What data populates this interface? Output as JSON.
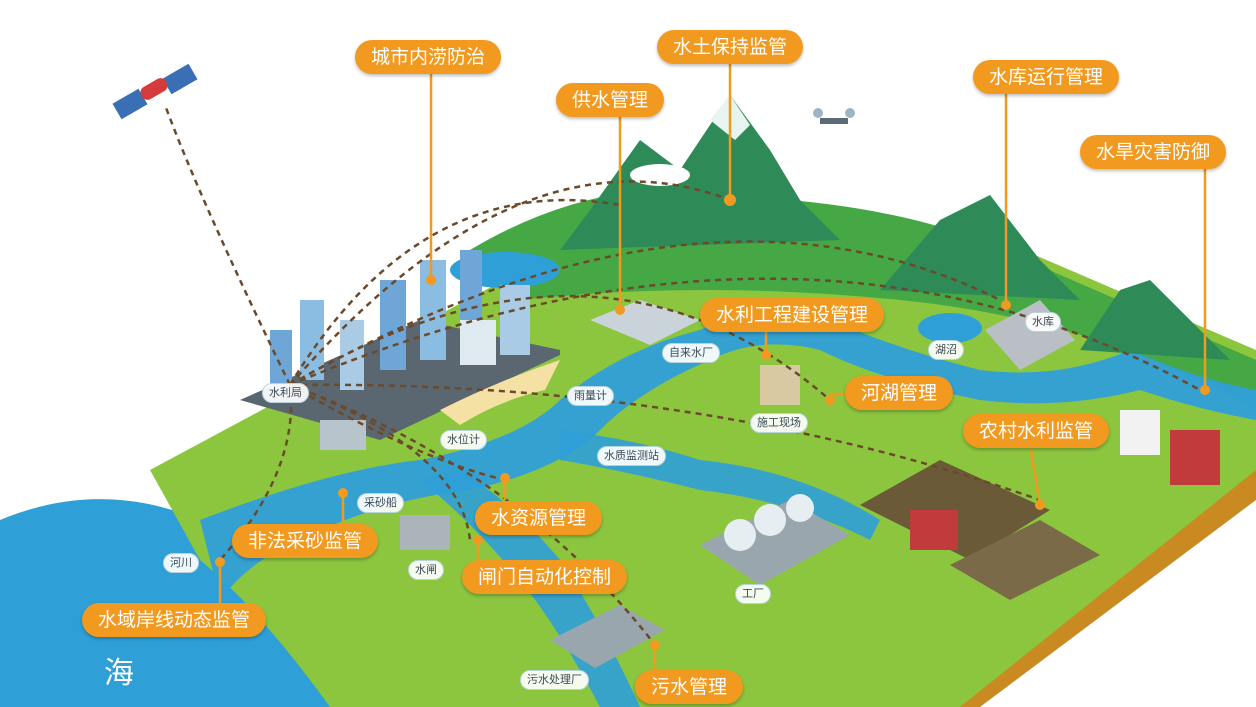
{
  "main_labels": {
    "urban_flood": "城市内涝防治",
    "soil_water": "水土保持监管",
    "water_supply": "供水管理",
    "reservoir_ops": "水库运行管理",
    "drought": "水旱灾害防御",
    "project_mgmt": "水利工程建设管理",
    "river_lake": "河湖管理",
    "rural": "农村水利监管",
    "water_resource": "水资源管理",
    "sand_mining": "非法采砂监管",
    "gate_control": "闸门自动化控制",
    "shoreline": "水域岸线动态监管",
    "sewage": "污水管理"
  },
  "place_labels": {
    "water_bureau": "水利局",
    "rain_gauge": "雨量计",
    "waterworks": "自来水厂",
    "construction": "施工现场",
    "reservoir": "水库",
    "lake": "湖沼",
    "water_level": "水位计",
    "quality_station": "水质监测站",
    "sand_ship": "采砂船",
    "river": "河川",
    "sluice": "水闸",
    "factory": "工厂",
    "sewage_plant": "污水处理厂"
  },
  "sea_label": "海",
  "colors": {
    "accent": "#f29a1f",
    "land": "#8cc63f",
    "water": "#2f9fd8",
    "mountain": "#2e8b57",
    "link_line": "#6b4a2b"
  }
}
